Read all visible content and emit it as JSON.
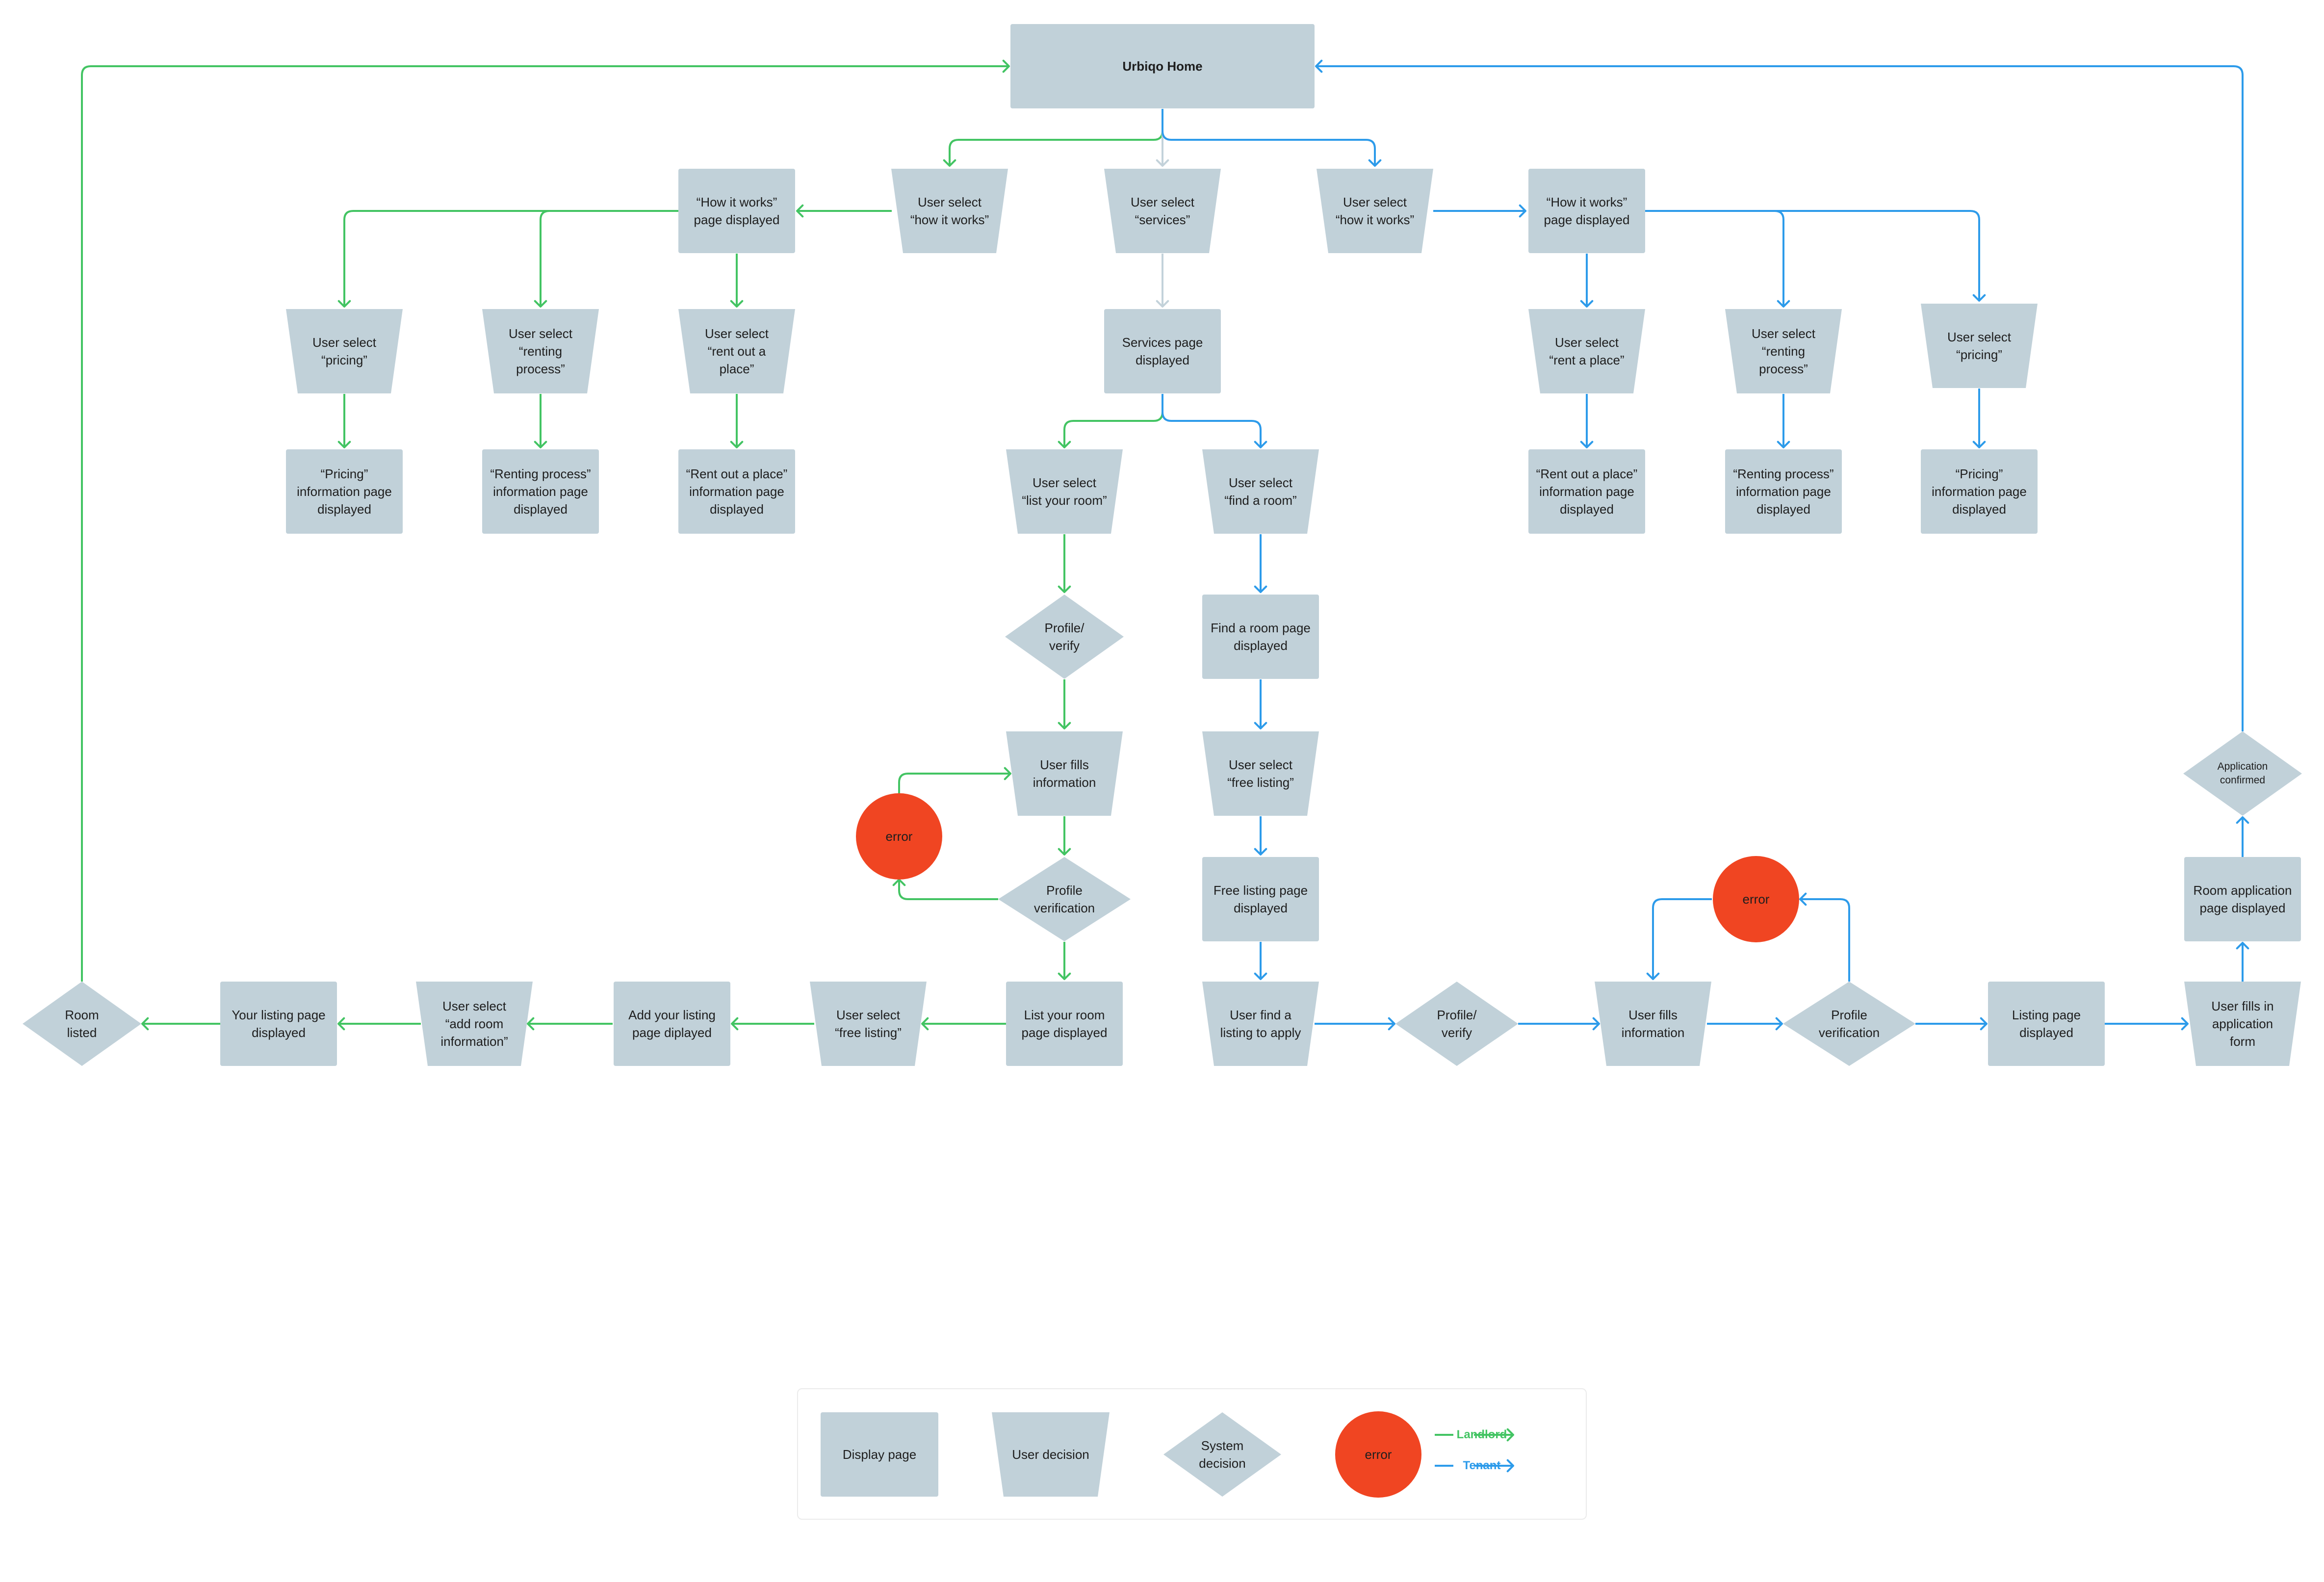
{
  "colors": {
    "node_fill": "#c1d1d9",
    "error_fill": "#f04522",
    "landlord": "#43c463",
    "tenant": "#2d9bea",
    "services_link": "#c3d2da",
    "frame_border": "#ebebeb"
  },
  "nodes": {
    "home": "Urbiqo Home",
    "l_how": "User select\n“how it works”",
    "srv_sel": "User select\n“services”",
    "t_how": "User select\n“how it works”",
    "l_howpage": "“How it works”\npage displayed",
    "t_howpage": "“How it works”\npage displayed",
    "l_pricing": "User select\n“pricing”",
    "l_renting": "User select\n“renting\nprocess”",
    "l_rentout": "User select\n“rent out a\nplace”",
    "l_pricing_pg": "“Pricing”\ninformation page\ndisplayed",
    "l_renting_pg": "“Renting process”\ninformation page\ndisplayed",
    "l_rentout_pg": "“Rent out a place”\ninformation page\ndisplayed",
    "services_pg": "Services page\ndisplayed",
    "t_rent": "User select\n“rent a place”",
    "t_renting": "User select\n“renting\nprocess”",
    "t_pricing": "User select\n“pricing”",
    "t_rentout_pg": "“Rent out a place”\ninformation page\ndisplayed",
    "t_renting_pg": "“Renting process”\ninformation page\ndisplayed",
    "t_pricing_pg": "“Pricing”\ninformation page\ndisplayed",
    "list_room": "User select\n“list your room”",
    "find_room": "User select\n“find a room”",
    "l_profile": "Profile/\nverify",
    "find_pg": "Find a room page\ndisplayed",
    "l_fills": "User fills\ninformation",
    "free_sel": "User select\n“free listing”",
    "l_error": "error",
    "l_verif": "Profile\nverification",
    "free_pg": "Free listing page\ndisplayed",
    "list_room_pg": "List your room\npage displayed",
    "l_free_sel": "User select\n“free listing”",
    "add_listing_pg": "Add your listing\npage diplayed",
    "add_info": "User select\n“add room\ninformation”",
    "your_listing_pg": "Your listing page\ndisplayed",
    "room_listed": "Room\nlisted",
    "find_listing": "User find a\nlisting to apply",
    "t_profile": "Profile/\nverify",
    "t_fills": "User fills\ninformation",
    "t_error": "error",
    "t_verif": "Profile\nverification",
    "listing_pg": "Listing page\ndisplayed",
    "app_form": "User fills in\napplication\nform",
    "room_app_pg": "Room application\npage displayed",
    "app_confirmed": "Application\nconfirmed"
  },
  "legend": {
    "display_page": "Display page",
    "user_decision": "User decision",
    "system_decision": "System\ndecision",
    "error": "error",
    "landlord": "Landlord",
    "tenant": "Tenant"
  }
}
